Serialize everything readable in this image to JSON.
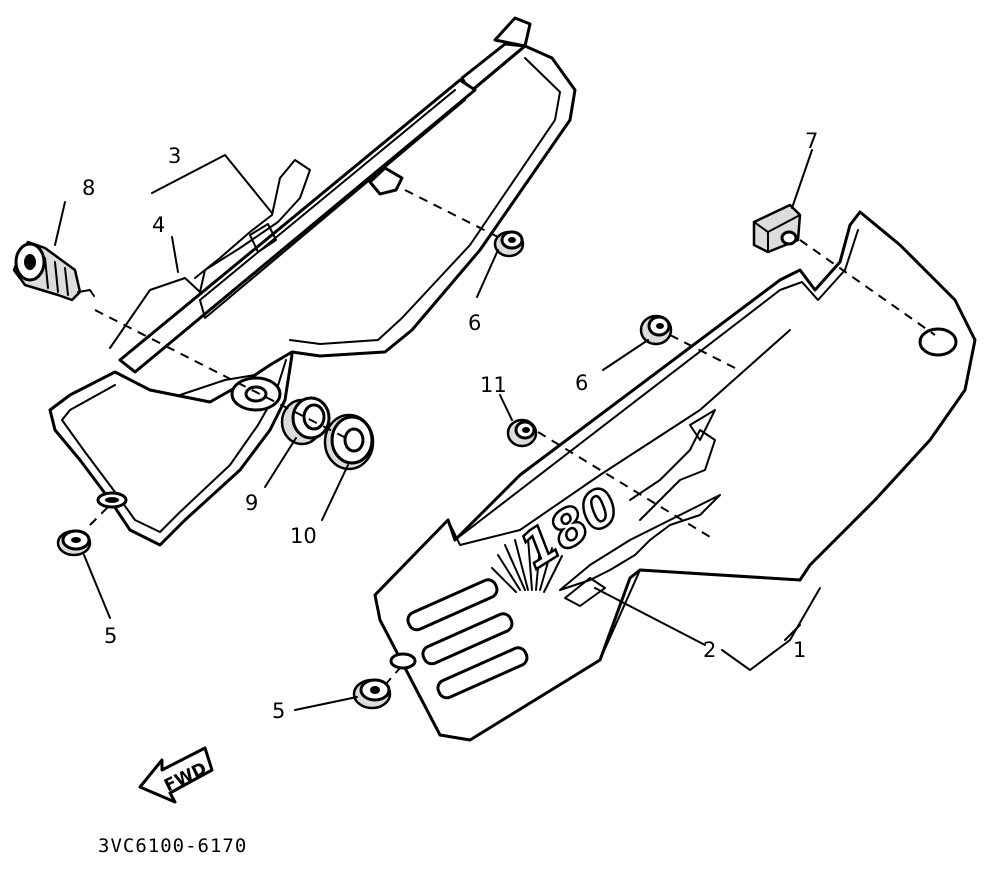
{
  "callouts": {
    "c1": "1",
    "c2": "2",
    "c3": "3",
    "c4": "4",
    "c5a": "5",
    "c5b": "5",
    "c6a": "6",
    "c6b": "6",
    "c7": "7",
    "c8": "8",
    "c9": "9",
    "c10": "10",
    "c11": "11"
  },
  "fwd_label": "FWD",
  "decal_text": "180",
  "diagram_code": "3VC6100-6170"
}
